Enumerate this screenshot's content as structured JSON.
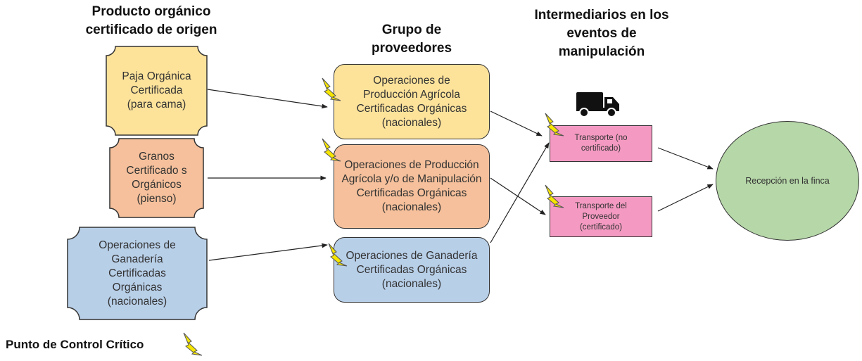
{
  "headers": {
    "origin": "Producto orgánico certificado de origen",
    "suppliers": "Grupo de proveedores",
    "intermediaries": "Intermediarios en los eventos de manipulación"
  },
  "origin_products": {
    "straw": "Paja Orgánica Certificada (para cama)",
    "grains": "Granos Certificado s Orgánicos (pienso)",
    "livestock": "Operaciones de Ganadería Certificadas Orgánicas (nacionales)"
  },
  "supplier_group": {
    "crop": "Operaciones de Producción Agrícola Certificadas Orgánicas (nacionales)",
    "crop_handling": "Operaciones de Producción Agrícola y/o de Manipulación Certificadas Orgánicas (nacionales)",
    "livestock": "Operaciones de Ganadería Certificadas Orgánicas (nacionales)"
  },
  "intermediaries": {
    "transport": "Transporte (no certificado)",
    "supplier_transport": "Transporte del Proveedor (certificado)"
  },
  "destination": "Recepción en la finca",
  "legend": "Punto de Control Crítico",
  "colors": {
    "yellow": "#fde29a",
    "orange": "#f5c09b",
    "blue": "#b8cfe8",
    "pink": "#f49ac2",
    "green": "#b6d7a8",
    "bolt": "#f5e500"
  },
  "icons": [
    "lightning-bolt-icon",
    "truck-icon"
  ]
}
